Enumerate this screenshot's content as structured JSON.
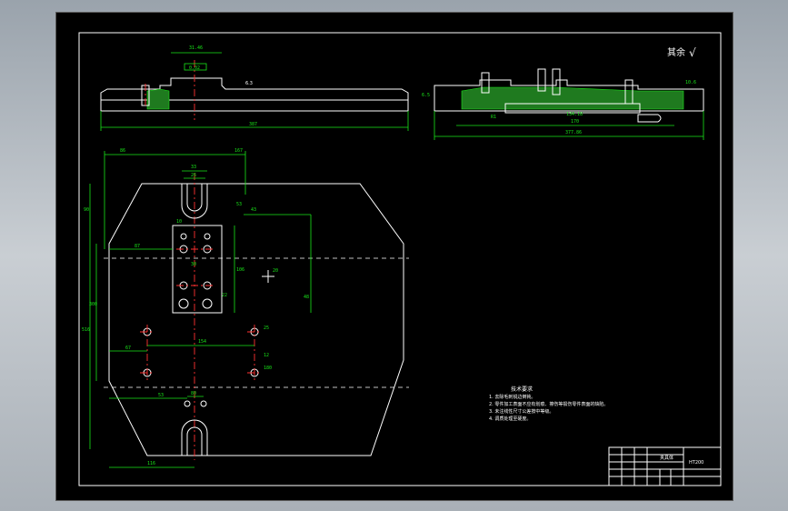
{
  "roughness_note": "其余",
  "roughness_symbol": "√",
  "top_view": {
    "dims": {
      "overall_width": "387",
      "boss_width": "31.46",
      "boss_tol": "0.02",
      "cham": "6.3"
    }
  },
  "side_view": {
    "dims": {
      "overall": "377.86",
      "inner": "170",
      "bore": "134.18",
      "height": "6.5",
      "h2": "10.6",
      "r": "R1"
    }
  },
  "plan_view": {
    "dims": {
      "d_top_left": "86",
      "d_top_right": "167",
      "d_slot_outer": "53",
      "d_slot_inner": "33",
      "d_plate_w": "26",
      "d_b": "10",
      "d_left_90": "90",
      "d_height_300": "300",
      "d_height_516": "516",
      "d_87": "87",
      "d_67": "67",
      "d_53": "53",
      "d_43": "43",
      "d_80": "80",
      "d_154": "154",
      "d_48": "48",
      "d_30": "30",
      "d_22": "22",
      "d_25": "25",
      "d_12": "12",
      "d_20": "20",
      "d_116": "116",
      "d_106": "106",
      "d_180": "180"
    }
  },
  "notes": {
    "title": "技术要求",
    "items": [
      "1. 去除毛刺锐边倒钝。",
      "2. 零件加工表面不应有划痕、擦伤等损伤零件表面的缺陷。",
      "3. 未注线性尺寸公差按中等级。",
      "4. 调质处理至硬度。"
    ]
  },
  "title_block": {
    "name": "夹具体",
    "material": "HT200"
  }
}
